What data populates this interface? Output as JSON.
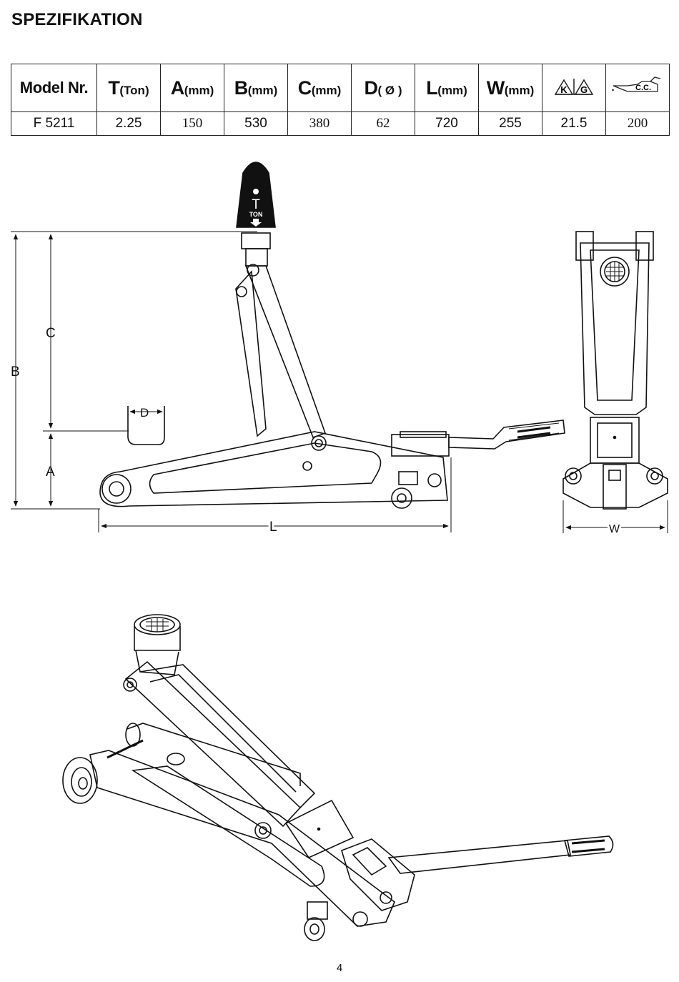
{
  "page": {
    "title": "SPEZIFIKATION",
    "page_number": "4"
  },
  "spec_table": {
    "headers": [
      {
        "main": "Model Nr.",
        "unit": ""
      },
      {
        "main": "T",
        "unit": "(Ton)"
      },
      {
        "main": "A",
        "unit": "(mm)"
      },
      {
        "main": "B",
        "unit": "(mm)"
      },
      {
        "main": "C",
        "unit": "(mm)"
      },
      {
        "main": "D",
        "unit": "( Ø )"
      },
      {
        "main": "L",
        "unit": "(mm)"
      },
      {
        "main": "W",
        "unit": "(mm)"
      },
      {
        "weight_icon_letters": [
          "K",
          "G"
        ]
      },
      {
        "oil_icon_label": "C.C."
      }
    ],
    "row": [
      "F 5211",
      "2.25",
      "150",
      "530",
      "380",
      "62",
      "720",
      "255",
      "21.5",
      "200"
    ]
  },
  "side_view": {
    "saddle_letter": "T",
    "saddle_label": "TON",
    "dim_c": "C",
    "dim_b": "B",
    "dim_a": "A",
    "dim_d": "D",
    "dim_l": "L"
  },
  "front_view": {
    "dim_w": "W"
  }
}
